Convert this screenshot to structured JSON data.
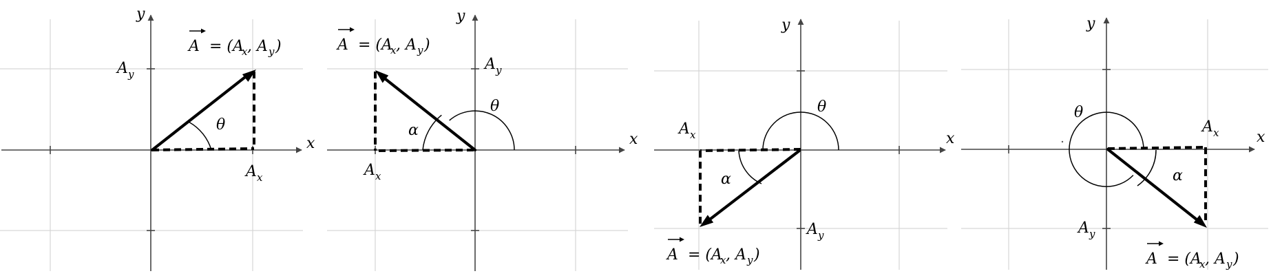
{
  "panels": [
    {
      "axis_x": "x",
      "axis_y": "y",
      "ax_label": "A",
      "ax_sub": "x",
      "ay_label": "A",
      "ay_sub": "y",
      "eq_vec": "A",
      "eq_rest": "= (A",
      "eq_sub1": "x",
      "eq_mid": ", A",
      "eq_sub2": "y",
      "eq_close": ")",
      "angle1": "θ"
    },
    {
      "axis_x": "x",
      "axis_y": "y",
      "ax_label": "A",
      "ax_sub": "x",
      "ay_label": "A",
      "ay_sub": "y",
      "eq_vec": "A",
      "eq_rest": "= (A",
      "eq_sub1": "x",
      "eq_mid": ", A",
      "eq_sub2": "y",
      "eq_close": ")",
      "angle1": "θ",
      "angle2": "α"
    },
    {
      "axis_x": "x",
      "axis_y": "y",
      "ax_label": "A",
      "ax_sub": "x",
      "ay_label": "A",
      "ay_sub": "y",
      "eq_vec": "A",
      "eq_rest": "= (A",
      "eq_sub1": "x",
      "eq_mid": ", A",
      "eq_sub2": "y",
      "eq_close": ")",
      "angle1": "θ",
      "angle2": "α"
    },
    {
      "axis_x": "x",
      "axis_y": "y",
      "ax_label": "A",
      "ax_sub": "x",
      "ay_label": "A",
      "ay_sub": "y",
      "eq_vec": "A",
      "eq_rest": "= (A",
      "eq_sub1": "x",
      "eq_mid": ", A",
      "eq_sub2": "y",
      "eq_close": ")",
      "angle1": "θ",
      "angle2": "α"
    }
  ]
}
